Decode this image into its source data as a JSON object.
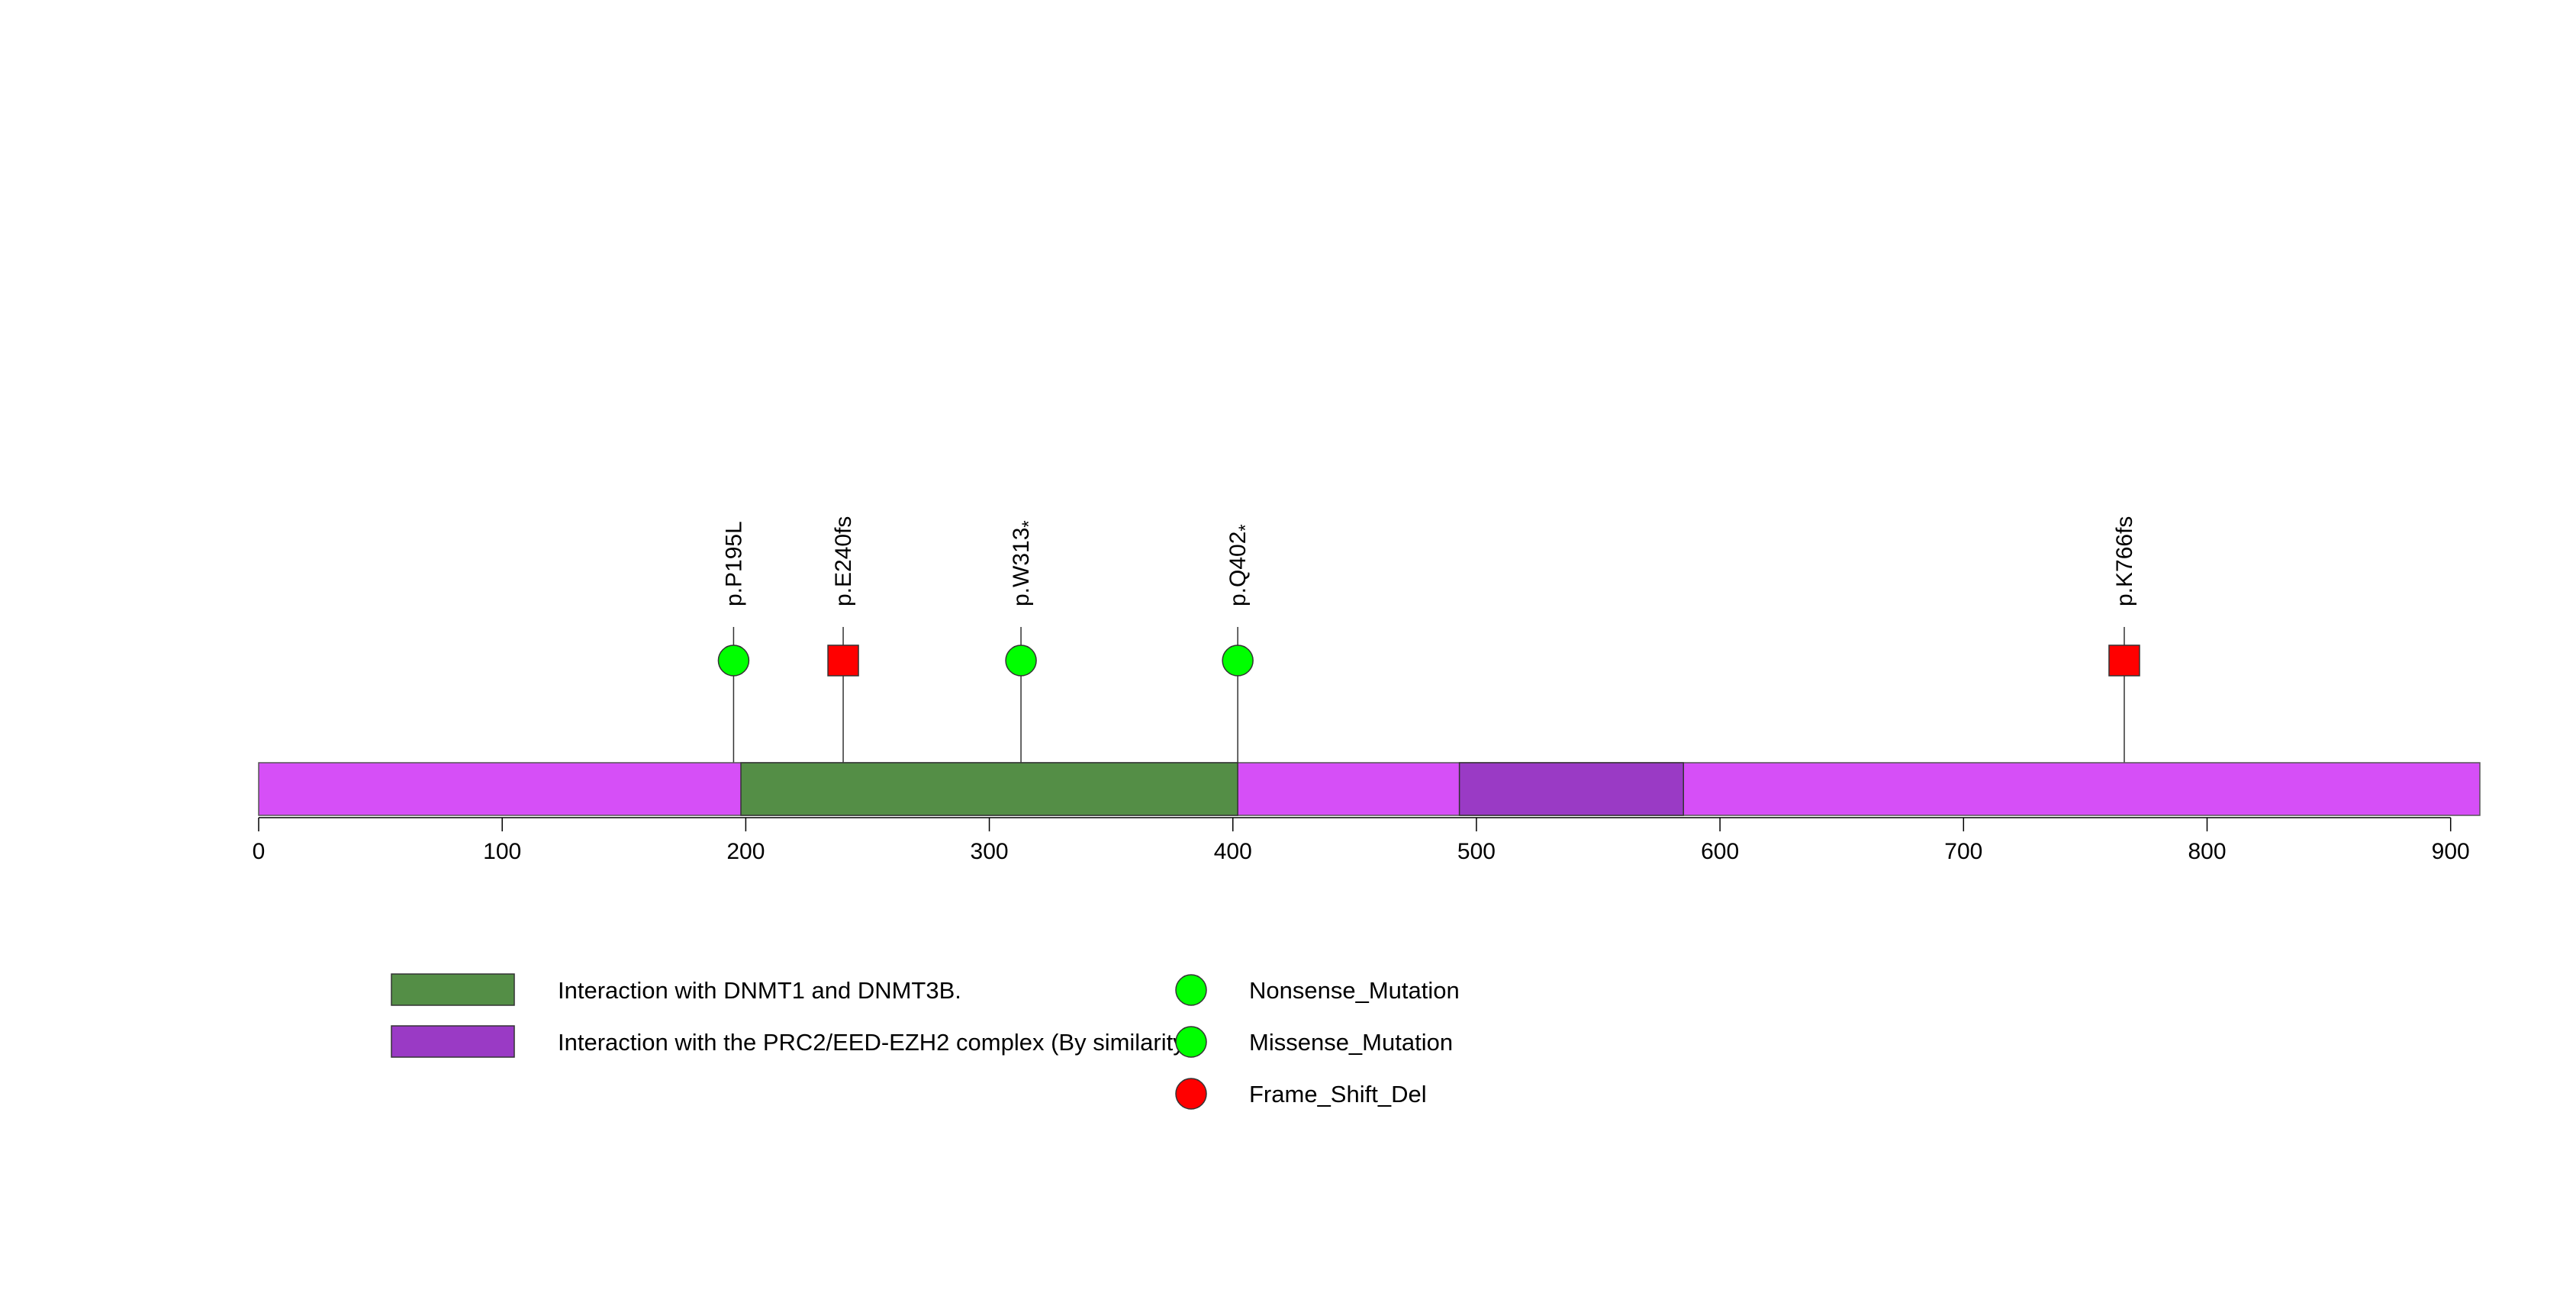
{
  "chart_data": {
    "type": "lollipop",
    "protein_length": 912,
    "backbone_color": "#D64FF7",
    "domains": [
      {
        "name": "Interaction with DNMT1 and DNMT3B.",
        "start": 198,
        "end": 402,
        "color": "#548E46"
      },
      {
        "name": "Interaction with the PRC2/EED-EZH2 complex (By similarity).",
        "start": 493,
        "end": 585,
        "color": "#9A3AC5"
      }
    ],
    "mutations": [
      {
        "label": "p.P195L",
        "position": 195,
        "type": "Missense_Mutation",
        "shape": "circle",
        "color": "#00FF00"
      },
      {
        "label": "p.E240fs",
        "position": 240,
        "type": "Frame_Shift_Del",
        "shape": "square",
        "color": "#FF0000"
      },
      {
        "label": "p.W313",
        "position": 313,
        "type": "Nonsense_Mutation",
        "shape": "circle",
        "color": "#00FF00",
        "suffix": "*"
      },
      {
        "label": "p.Q402",
        "position": 402,
        "type": "Nonsense_Mutation",
        "shape": "circle",
        "color": "#00FF00",
        "suffix": "*"
      },
      {
        "label": "p.K766fs",
        "position": 766,
        "type": "Frame_Shift_Del",
        "shape": "square",
        "color": "#FF0000"
      }
    ],
    "x_ticks": [
      0,
      100,
      200,
      300,
      400,
      500,
      600,
      700,
      800,
      900
    ],
    "xlim": [
      0,
      912
    ],
    "mutation_legend": [
      {
        "label": "Nonsense_Mutation",
        "color": "#00FF00"
      },
      {
        "label": "Missense_Mutation",
        "color": "#00FF00"
      },
      {
        "label": "Frame_Shift_Del",
        "color": "#FF0000"
      }
    ]
  }
}
